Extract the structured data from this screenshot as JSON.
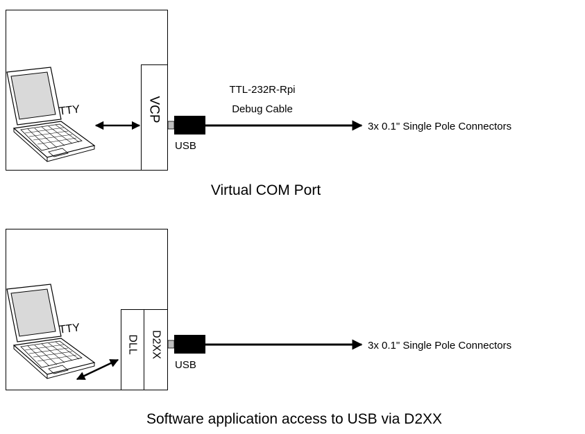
{
  "colors": {
    "line": "#000000",
    "screen": "#d9d9d9",
    "background": "#ffffff",
    "connector": "#bfbfbf"
  },
  "top": {
    "screen_label": "TTY",
    "vcp_label": "VCP",
    "cable_name": "TTL-232R-Rpi",
    "cable_desc": "Debug Cable",
    "usb_label": "USB",
    "connector_label": "3x 0.1\" Single Pole Connectors",
    "caption": "Virtual COM Port"
  },
  "bottom": {
    "screen_label": "TTY",
    "dll_label": "DLL",
    "d2xx_label": "D2XX",
    "usb_label": "USB",
    "connector_label": "3x 0.1\" Single Pole Connectors",
    "caption": "Software application access to USB via D2XX"
  }
}
